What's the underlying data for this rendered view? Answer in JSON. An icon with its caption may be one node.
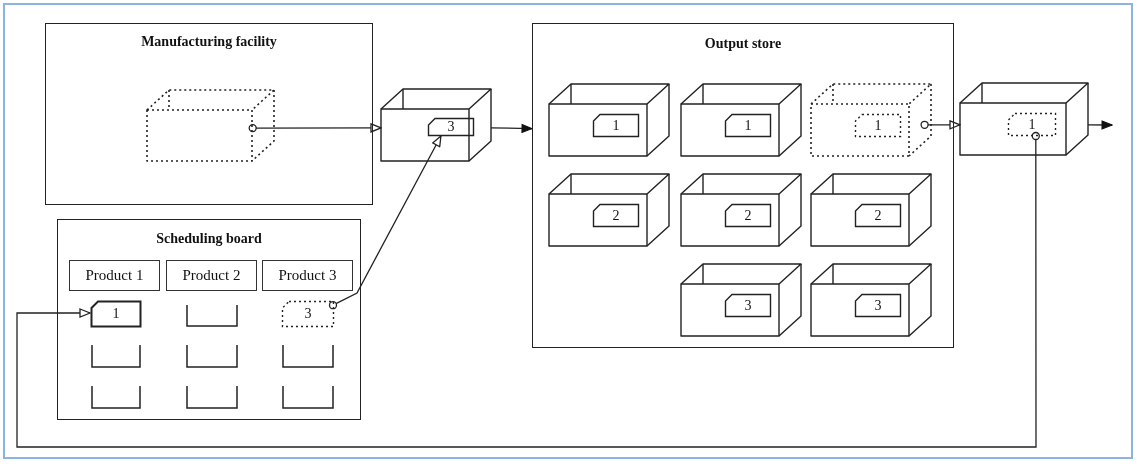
{
  "diagram": {
    "nodes": [
      {
        "text": [
          "Manufacturing facility"
        ]
      },
      {
        "text": [],
        "shape": "box",
        "in": 0
      },
      {
        "text": [],
        "shape": "box"
      },
      {
        "text": [
          "3"
        ],
        "in": 2
      },
      {
        "text": [
          "Scheduling board"
        ]
      },
      {
        "text": [
          "Product 1"
        ],
        "in": 4
      },
      {
        "text": [
          "Product 2"
        ],
        "in": 4
      },
      {
        "text": [
          "Product 3"
        ],
        "in": 4
      },
      {
        "text": [
          "1"
        ],
        "in": 4
      },
      {
        "text": [],
        "shape": "box",
        "in": 4
      },
      {
        "text": [
          "3"
        ],
        "in": 4
      },
      {
        "text": [],
        "shape": "box",
        "in": 4
      },
      {
        "text": [],
        "shape": "box",
        "in": 4
      },
      {
        "text": [],
        "shape": "box",
        "in": 4
      },
      {
        "text": [],
        "shape": "box",
        "in": 4
      },
      {
        "text": [],
        "shape": "box",
        "in": 4
      },
      {
        "text": [],
        "shape": "box",
        "in": 4
      },
      {
        "text": [
          "Output store"
        ]
      },
      {
        "text": [],
        "shape": "box",
        "in": 17
      },
      {
        "text": [
          "1"
        ],
        "in": 18
      },
      {
        "text": [],
        "shape": "box",
        "in": 17
      },
      {
        "text": [
          "1"
        ],
        "in": 20
      },
      {
        "text": [],
        "shape": "box",
        "in": 17
      },
      {
        "text": [
          "1"
        ],
        "in": 22
      },
      {
        "text": [],
        "shape": "box",
        "in": 17
      },
      {
        "text": [
          "2"
        ],
        "in": 24
      },
      {
        "text": [],
        "shape": "box",
        "in": 17
      },
      {
        "text": [
          "2"
        ],
        "in": 26
      },
      {
        "text": [],
        "shape": "box",
        "in": 17
      },
      {
        "text": [
          "2"
        ],
        "in": 28
      },
      {
        "text": [],
        "shape": "box",
        "in": 17
      },
      {
        "text": [
          "3"
        ],
        "in": 30
      },
      {
        "text": [],
        "shape": "box",
        "in": 17
      },
      {
        "text": [
          "3"
        ],
        "in": 32
      },
      {
        "text": [],
        "shape": "box"
      },
      {
        "text": [
          "1"
        ],
        "in": 34
      }
    ],
    "edges": [
      {
        "from": 1,
        "to": 2,
        "arrow": "to"
      },
      {
        "from": 10,
        "to": 3,
        "arrow": "to"
      },
      {
        "from": 2,
        "to": 17,
        "arrow": "to"
      },
      {
        "from": 22,
        "to": 34,
        "arrow": "to"
      },
      {
        "from": 34,
        "to": null,
        "arrow": "to"
      },
      {
        "from": 35,
        "to": 8,
        "arrow": "to"
      }
    ]
  }
}
